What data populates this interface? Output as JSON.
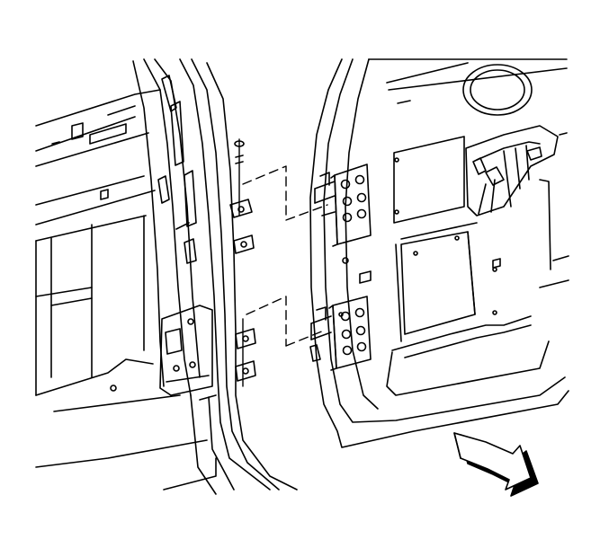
{
  "diagram": {
    "kind": "exploded-view line illustration",
    "colors": {
      "background": "#ffffff",
      "line": "#000000",
      "arrow_fill": "#ffffff",
      "arrow_shadow": "#000000"
    },
    "parts": [
      {
        "id": "body-pillar",
        "icon": "vehicle-body-pillar"
      },
      {
        "id": "rear-door",
        "icon": "rear-door-shell"
      },
      {
        "id": "upper-hinge",
        "icon": "door-hinge"
      },
      {
        "id": "lower-hinge",
        "icon": "door-hinge"
      },
      {
        "id": "hinge-bolts",
        "icon": "bolt"
      },
      {
        "id": "door-latch",
        "icon": "door-latch"
      },
      {
        "id": "direction-arrow",
        "icon": "front-of-vehicle-arrow"
      }
    ]
  }
}
